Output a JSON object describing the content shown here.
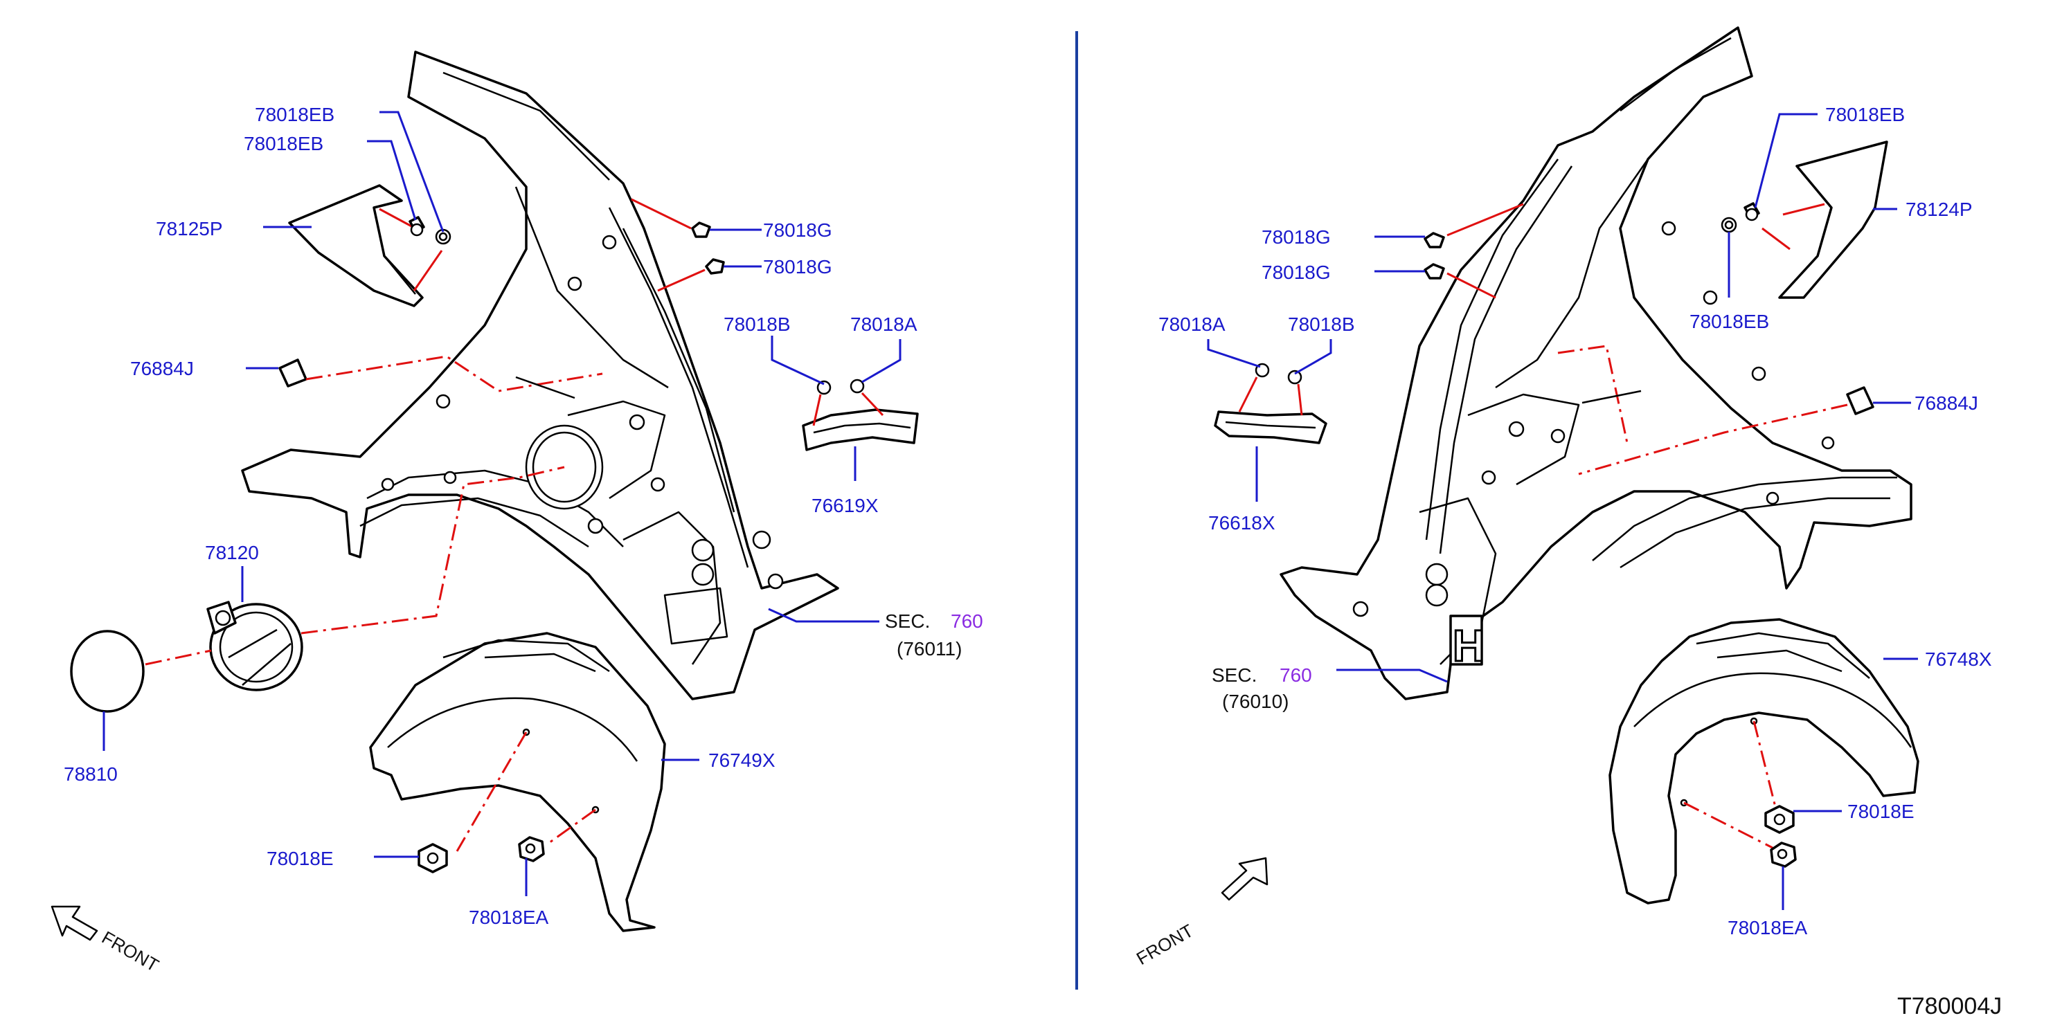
{
  "left": {
    "labels": {
      "eb_top": "78018EB",
      "eb_second": "78018EB",
      "garnish": "78125P",
      "g_upper": "78018G",
      "g_lower": "78018G",
      "b_clip": "78018B",
      "a_clip": "78018A",
      "seal": "76884J",
      "bracket": "76619X",
      "fuel_filler": "78120",
      "sec_text": "SEC.",
      "sec_number": "760",
      "sec_sub": "(76011)",
      "lid": "78810",
      "protector": "76749X",
      "nut_e": "78018E",
      "nut_ea": "78018EA",
      "front": "FRONT"
    }
  },
  "right": {
    "labels": {
      "eb_top": "78018EB",
      "garnish": "78124P",
      "eb_lower": "78018EB",
      "g_upper": "78018G",
      "g_lower": "78018G",
      "a_clip": "78018A",
      "b_clip": "78018B",
      "seal": "76884J",
      "bracket": "76618X",
      "sec_text": "SEC.",
      "sec_number": "760",
      "sec_sub": "(76010)",
      "protector": "76748X",
      "nut_e": "78018E",
      "nut_ea": "78018EA",
      "front": "FRONT"
    }
  },
  "diagram_code": "T780004J",
  "colors": {
    "label": "#1a1acc",
    "leader": "#1a1acc",
    "assembly_line": "#e01010",
    "section_number": "#8a2be2",
    "divider": "#1a3fa0",
    "outline": "#000000"
  }
}
